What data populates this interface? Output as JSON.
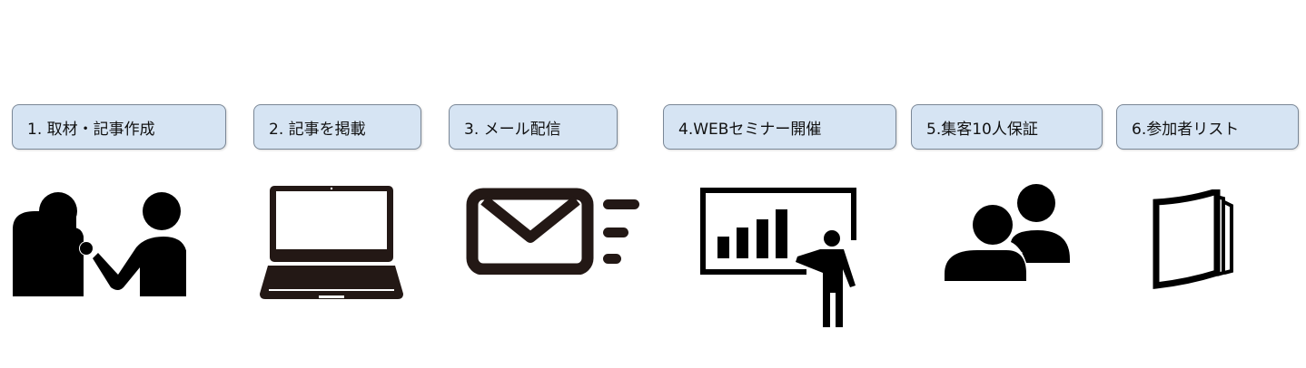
{
  "steps": [
    {
      "label": "1. 取材・記事作成",
      "icon": "interview-icon"
    },
    {
      "label": "2. 記事を掲載",
      "icon": "laptop-icon"
    },
    {
      "label": "3. メール配信",
      "icon": "mail-icon"
    },
    {
      "label": "4.WEBセミナー開催",
      "icon": "presentation-icon"
    },
    {
      "label": "5.集客10人保証",
      "icon": "people-icon"
    },
    {
      "label": "6.参加者リスト",
      "icon": "document-list-icon"
    }
  ],
  "colors": {
    "label_bg": "#d6e4f3",
    "label_border": "#7a8796",
    "icon": "#000000",
    "icon_dark": "#231815"
  }
}
